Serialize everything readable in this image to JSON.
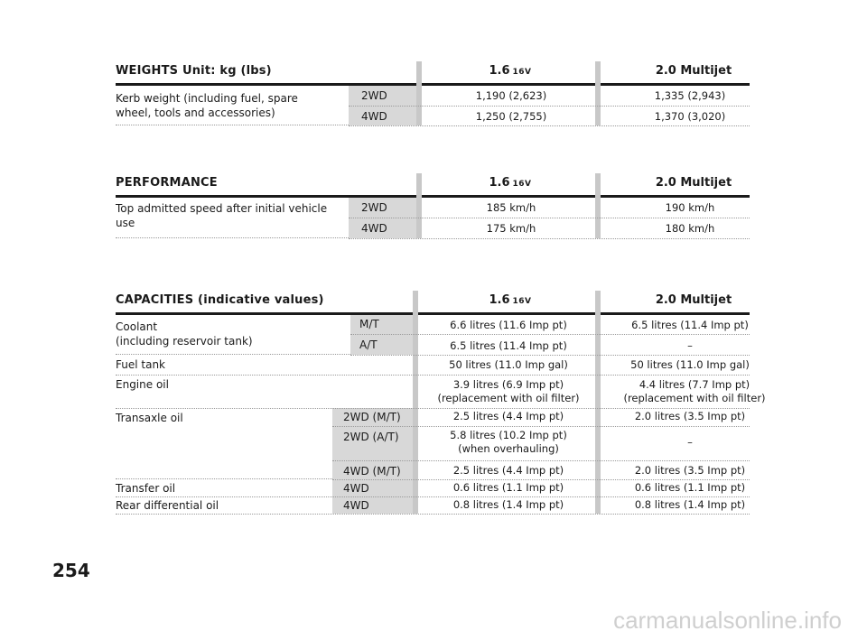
{
  "weights": {
    "title": "WEIGHTS Unit: kg (lbs)",
    "col1_base": "1.6",
    "col1_suffix": "16V",
    "col2": "2.0 Multijet",
    "label": "Kerb weight (including fuel, spare wheel, tools and accessories)",
    "rows": [
      {
        "variant": "2WD",
        "v1": "1,190 (2,623)",
        "v2": "1,335 (2,943)"
      },
      {
        "variant": "4WD",
        "v1": "1,250 (2,755)",
        "v2": "1,370 (3,020)"
      }
    ]
  },
  "performance": {
    "title": "PERFORMANCE",
    "col1_base": "1.6",
    "col1_suffix": "16V",
    "col2": "2.0 Multijet",
    "label": "Top admitted speed after initial vehicle use",
    "rows": [
      {
        "variant": "2WD",
        "v1": "185 km/h",
        "v2": "190 km/h"
      },
      {
        "variant": "4WD",
        "v1": "175 km/h",
        "v2": "180 km/h"
      }
    ]
  },
  "capacities": {
    "title": "CAPACITIES (indicative values)",
    "col1_base": "1.6",
    "col1_suffix": "16V",
    "col2": "2.0 Multijet",
    "coolant_label_1": "Coolant",
    "coolant_label_2": "(including reservoir tank)",
    "coolant_rows": [
      {
        "variant": "M/T",
        "v1": "6.6 litres (11.6 Imp pt)",
        "v2": "6.5 litres (11.4 Imp pt)"
      },
      {
        "variant": "A/T",
        "v1": "6.5 litres (11.4 Imp pt)",
        "v2": "–"
      }
    ],
    "fuel": {
      "label": "Fuel tank",
      "v1": "50 litres (11.0 Imp gal)",
      "v2": "50 litres (11.0 Imp gal)"
    },
    "engine": {
      "label": "Engine oil",
      "v1_a": "3.9 litres (6.9 Imp pt)",
      "v1_b": "(replacement with oil filter)",
      "v2_a": "4.4 litres (7.7 Imp pt)",
      "v2_b": "(replacement with oil filter)"
    },
    "transaxle_label": "Transaxle oil",
    "transaxle_rows": [
      {
        "variant": "2WD (M/T)",
        "v1": "2.5 litres (4.4 Imp pt)",
        "v2": "2.0 litres (3.5 Imp pt)"
      },
      {
        "variant": "2WD (A/T)",
        "v1_a": "5.8 litres (10.2 Imp pt)",
        "v1_b": "(when overhauling)",
        "v2": "–"
      },
      {
        "variant": "4WD (M/T)",
        "v1": "2.5 litres (4.4 Imp pt)",
        "v2": "2.0 litres (3.5 Imp pt)"
      }
    ],
    "transfer": {
      "label": "Transfer oil",
      "variant": "4WD",
      "v1": "0.6 litres (1.1 Imp pt)",
      "v2": "0.6 litres (1.1 Imp pt)"
    },
    "rear": {
      "label": "Rear differential oil",
      "variant": "4WD",
      "v1": "0.8 litres (1.4 Imp pt)",
      "v2": "0.8 litres (1.4 Imp pt)"
    }
  },
  "page_number": "254",
  "watermark": "carmanualsonline.info"
}
